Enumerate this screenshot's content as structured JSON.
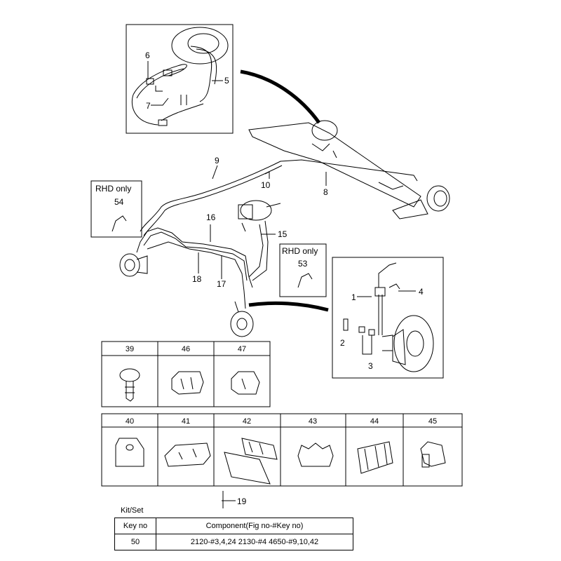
{
  "callouts": {
    "c1": "1",
    "c2": "2",
    "c3": "3",
    "c4": "4",
    "c5": "5",
    "c6": "6",
    "c7": "7",
    "c8": "8",
    "c9": "9",
    "c10": "10",
    "c15": "15",
    "c16": "16",
    "c17": "17",
    "c18": "18",
    "c19": "19",
    "c53": "53",
    "c54": "54"
  },
  "rhd_label": "RHD only",
  "grid": {
    "row1": [
      "39",
      "46",
      "47"
    ],
    "row2": [
      "40",
      "41",
      "42",
      "43",
      "44",
      "45"
    ]
  },
  "kit": {
    "title": "Kit/Set",
    "header_key": "Key no",
    "header_component": "Component(Fig no-#Key no)",
    "key": "50",
    "components": "2120-#3,4,24  2130-#4  4650-#9,10,42"
  }
}
